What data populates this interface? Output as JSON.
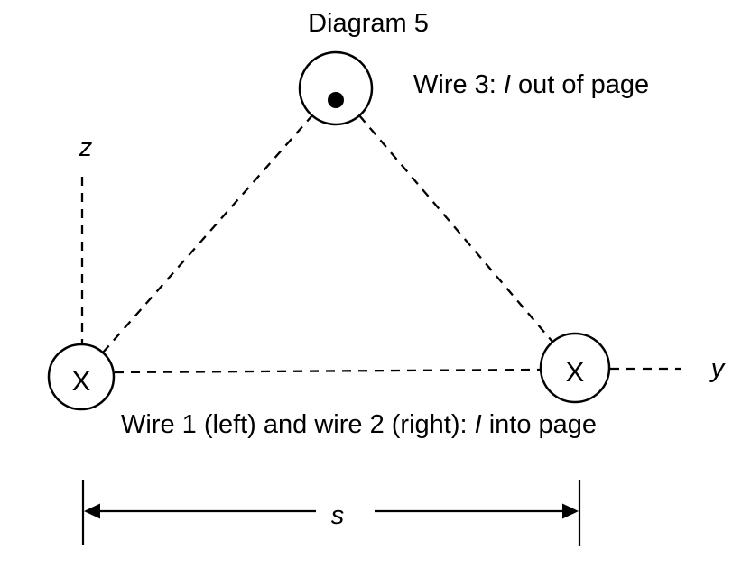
{
  "title": "Diagram 5",
  "colors": {
    "ink": "#000000",
    "background": "#ffffff"
  },
  "wire3": {
    "label_prefix": "Wire 3: ",
    "current_symbol": "I",
    "label_suffix": " out of page"
  },
  "wire12": {
    "label_prefix": "Wire 1 (left) and wire 2 (right): ",
    "current_symbol": "I",
    "label_suffix": " into page"
  },
  "axis_labels": {
    "z": "z",
    "y": "y"
  },
  "separation_label": "s",
  "into_page_glyph": "X"
}
